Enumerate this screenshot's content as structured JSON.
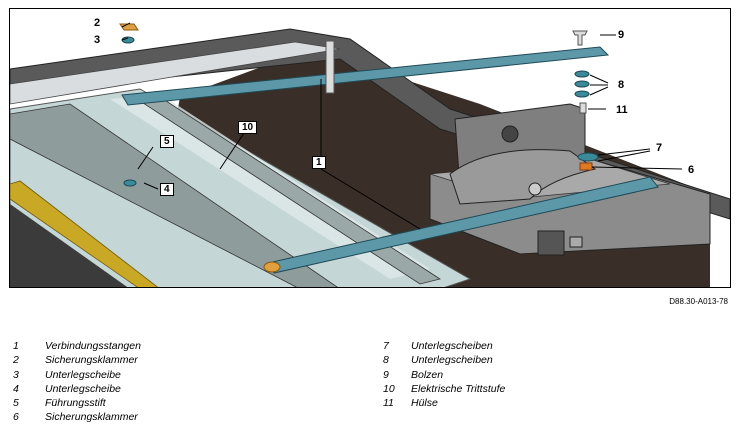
{
  "figure": {
    "callouts": {
      "c1": "1",
      "c2": "2",
      "c3": "3",
      "c4": "4",
      "c5": "5",
      "c6": "6",
      "c7": "7",
      "c8": "8",
      "c9": "9",
      "c10": "10",
      "c11": "11"
    },
    "reference": "D88.30-A013-78"
  },
  "legend": {
    "col1": [
      {
        "num": "1",
        "text": "Verbindungsstangen"
      },
      {
        "num": "2",
        "text": "Sicherungsklammer"
      },
      {
        "num": "3",
        "text": "Unterlegscheibe"
      },
      {
        "num": "4",
        "text": "Unterlegscheibe"
      },
      {
        "num": "5",
        "text": "Führungsstift"
      },
      {
        "num": "6",
        "text": "Sicherungsklammer"
      }
    ],
    "col2": [
      {
        "num": "7",
        "text": "Unterlegscheiben"
      },
      {
        "num": "8",
        "text": "Unterlegscheiben"
      },
      {
        "num": "9",
        "text": "Bolzen"
      },
      {
        "num": "10",
        "text": "Elektrische Trittstufe"
      },
      {
        "num": "11",
        "text": "Hülse"
      }
    ]
  }
}
